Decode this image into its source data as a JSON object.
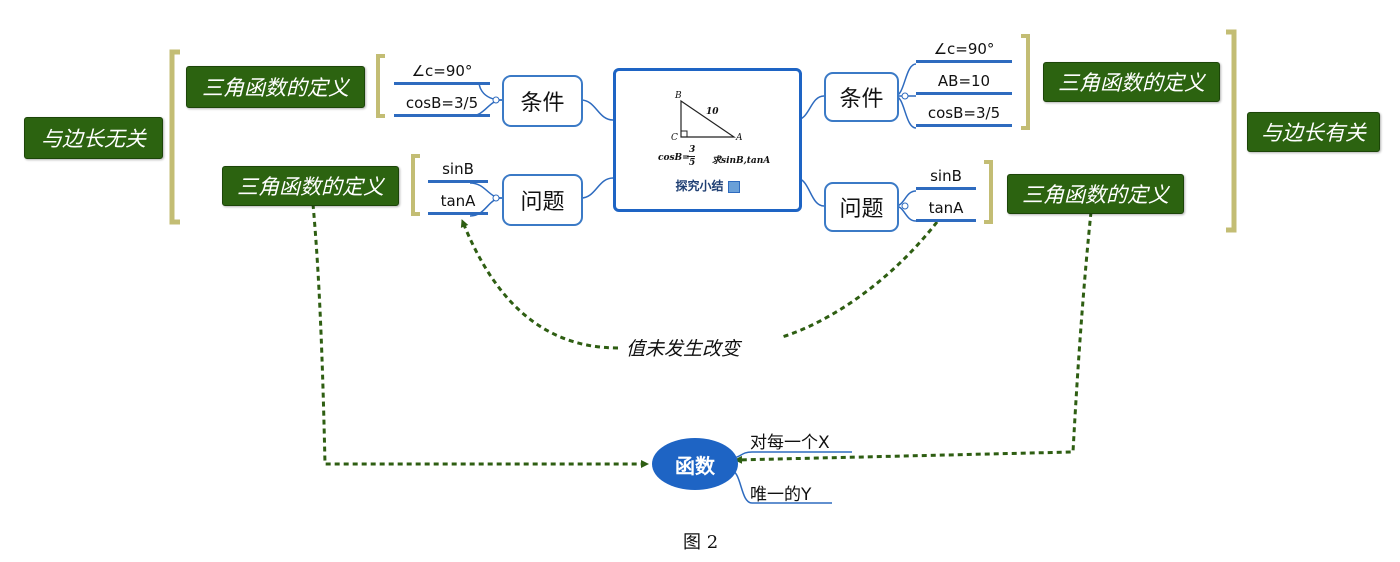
{
  "center": {
    "caption": "探究小结",
    "triangle_labels": {
      "b": "B",
      "c": "C",
      "a": "A",
      "hyp": "10"
    },
    "formula_left": "cosB=",
    "formula_num": "3",
    "formula_den": "5",
    "formula_right": "求sinB,tanA"
  },
  "left": {
    "outer_label": "与边长无关",
    "upper_def": "三角函数的定义",
    "lower_def": "三角函数的定义",
    "condition_label": "条件",
    "question_label": "问题",
    "condition_items": [
      "∠c=90°",
      "cosB=3/5"
    ],
    "question_items": [
      "sinB",
      "tanA"
    ]
  },
  "right": {
    "outer_label": "与边长有关",
    "upper_def": "三角函数的定义",
    "lower_def": "三角函数的定义",
    "condition_label": "条件",
    "question_label": "问题",
    "condition_items": [
      "∠c=90°",
      "AB=10",
      "cosB=3/5"
    ],
    "question_items": [
      "sinB",
      "tanA"
    ]
  },
  "value_label": "值未发生改变",
  "function_node": {
    "label": "函数",
    "items": [
      "对每一个X",
      "唯一的Y"
    ]
  },
  "figure_caption": "图 2",
  "colors": {
    "green": "#2c6310",
    "blue": "#1e64c4",
    "bracket": "#c3bd74",
    "dash": "#2e5e12"
  }
}
